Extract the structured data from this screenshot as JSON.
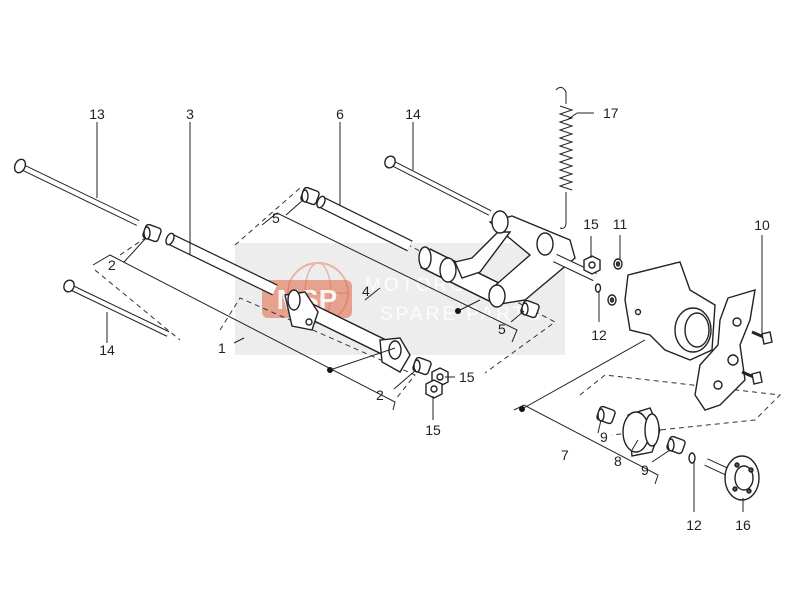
{
  "callouts": {
    "c1": "1",
    "c2a": "2",
    "c2b": "2",
    "c3": "3",
    "c4": "4",
    "c5a": "5",
    "c5b": "5",
    "c6": "6",
    "c7": "7",
    "c8": "8",
    "c9a": "9",
    "c9b": "9",
    "c10": "10",
    "c11": "11",
    "c12a": "12",
    "c12b": "12",
    "c13": "13",
    "c14a": "14",
    "c14b": "14",
    "c15a": "15",
    "c15b": "15",
    "c15c": "15",
    "c16": "16",
    "c17": "17"
  },
  "watermark": {
    "logo": "MSP",
    "line1": "MOTORCYCLE",
    "line2": "SPARE PARTS",
    "color": "#e07050"
  }
}
